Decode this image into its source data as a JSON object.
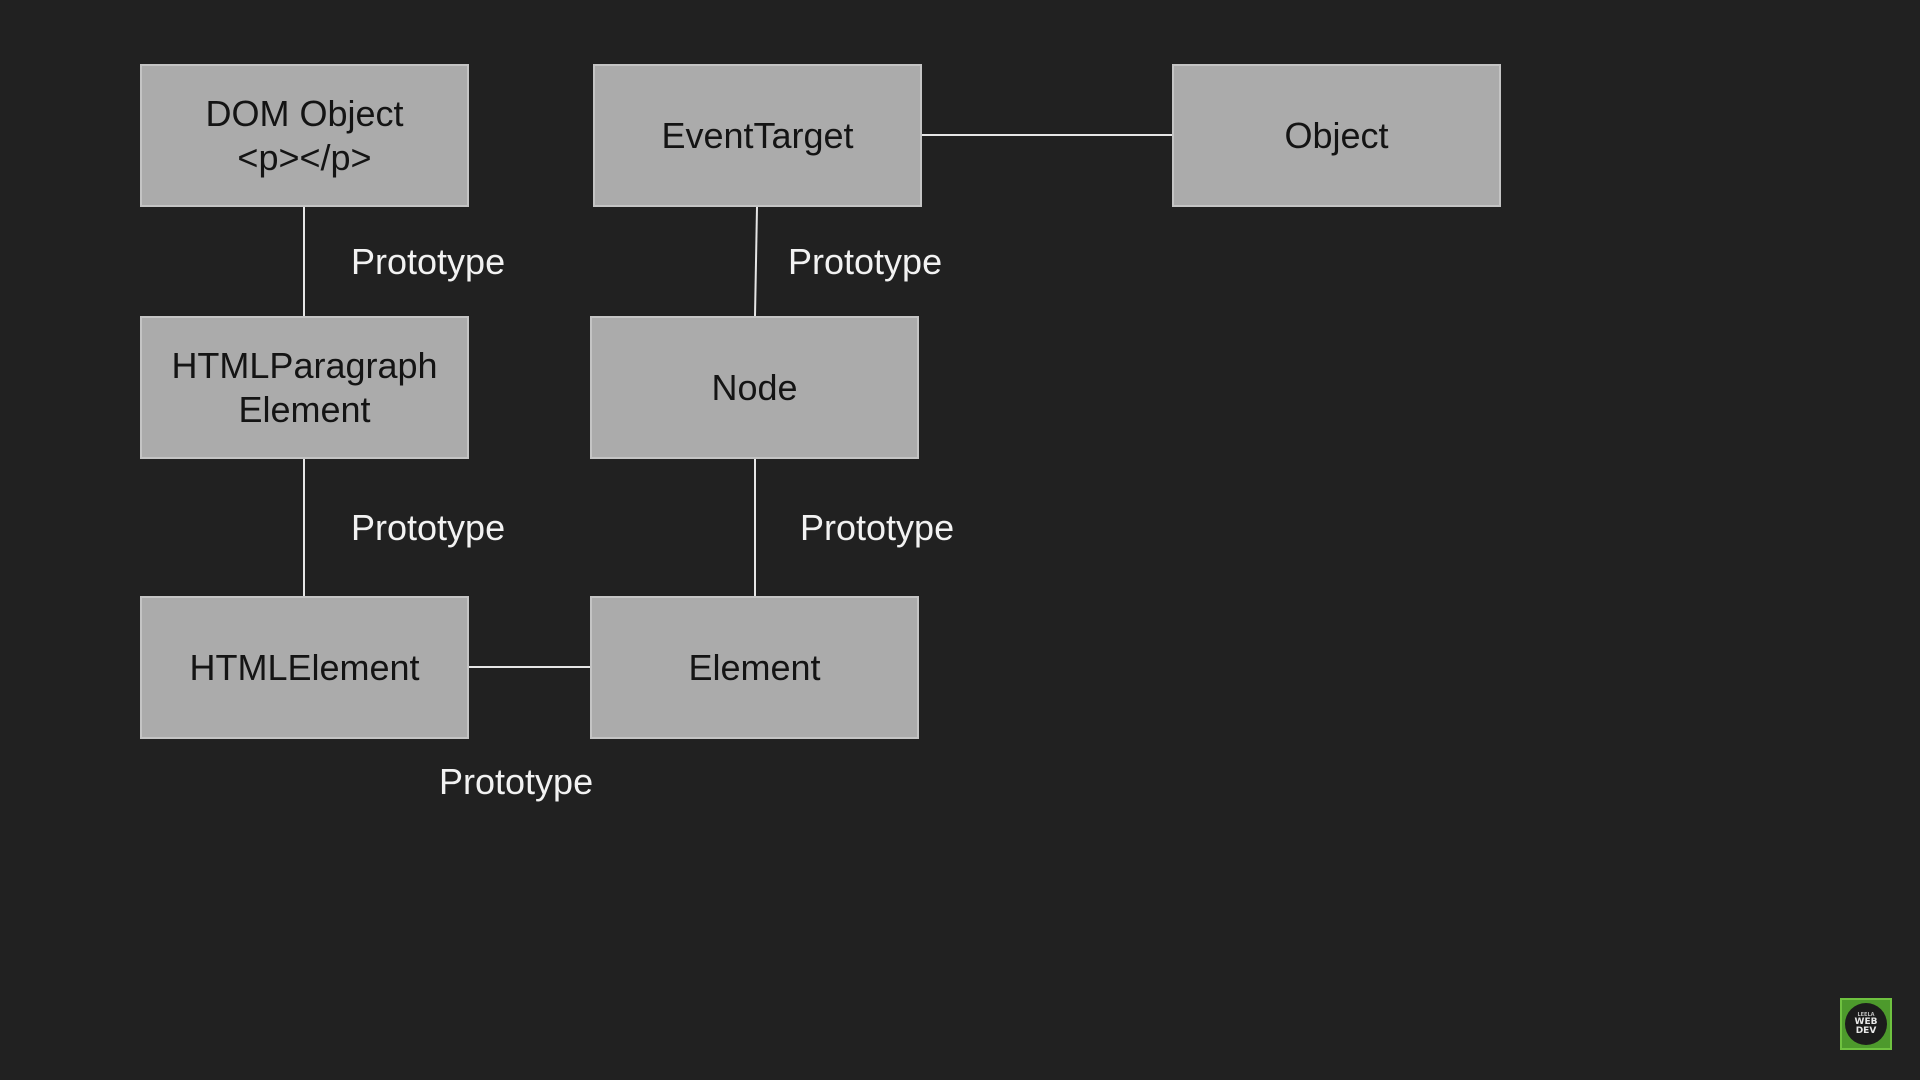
{
  "nodes": {
    "dom_object": {
      "line1": "DOM Object",
      "line2": "<p></p>"
    },
    "event_target": {
      "label": "EventTarget"
    },
    "object": {
      "label": "Object"
    },
    "html_paragraph_element": {
      "line1": "HTMLParagraph",
      "line2": "Element"
    },
    "node": {
      "label": "Node"
    },
    "html_element": {
      "label": "HTMLElement"
    },
    "element": {
      "label": "Element"
    }
  },
  "edges": {
    "dom_to_paragraph": "Prototype",
    "eventtarget_to_node": "Prototype",
    "paragraph_to_htmlelement": "Prototype",
    "node_to_element": "Prototype",
    "htmlelement_to_element": "Prototype"
  },
  "logo": {
    "line1": "LEELA",
    "line2": "WEB",
    "line3": "DEV"
  }
}
